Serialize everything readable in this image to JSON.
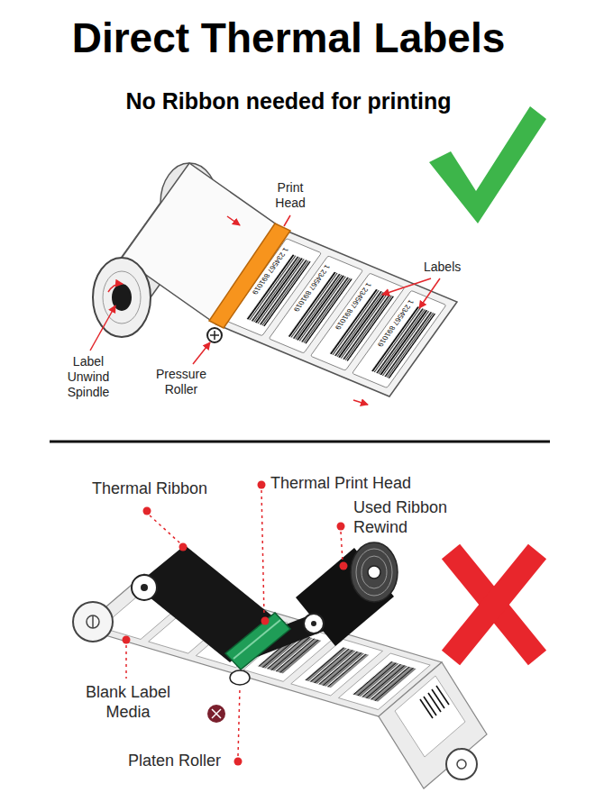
{
  "diagram": {
    "title": "Direct Thermal Labels",
    "labels": [
      "No Ribbon needed for printing",
      "Print Head",
      "Labels",
      "Label Unwind Spindle",
      "Pressure Roller",
      "1 234567 891019",
      "1 234567 891019",
      "1 234567 891019",
      "1 234567 891019",
      "Thermal Ribbon",
      "Thermal Print Head",
      "Used Ribbon Rewind",
      "Blank Label Media",
      "Platen Roller"
    ]
  }
}
